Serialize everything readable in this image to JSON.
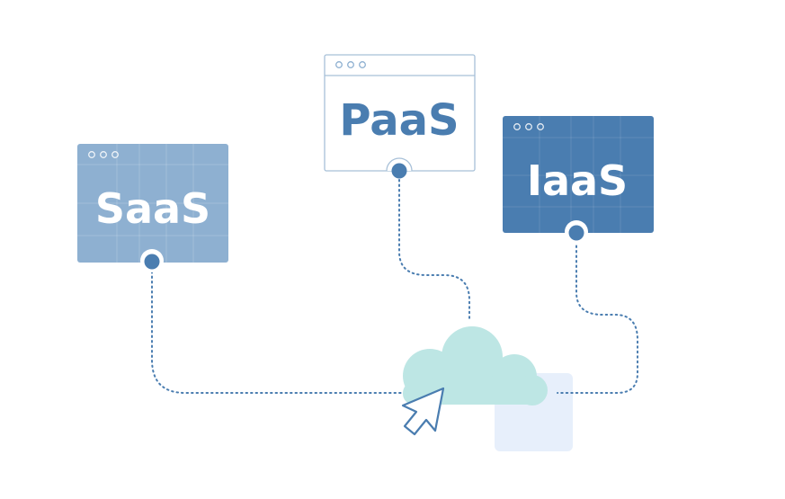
{
  "windows": {
    "saas": {
      "label": "SaaS"
    },
    "paas": {
      "label": "PaaS"
    },
    "iaas": {
      "label": "IaaS"
    }
  },
  "colors": {
    "saas_fill": "#8eb0d1",
    "iaas_fill": "#4a7db0",
    "paas_text": "#4a7db0",
    "outline": "#a7c0d8",
    "connector": "#4a7db0",
    "cloud": "#bde6e4",
    "panel": "#e7effb",
    "cursor_stroke": "#4a7db0"
  },
  "icons": {
    "cloud": "cloud-icon",
    "cursor": "cursor-arrow-icon",
    "window_dots": "window-dots-icon"
  }
}
